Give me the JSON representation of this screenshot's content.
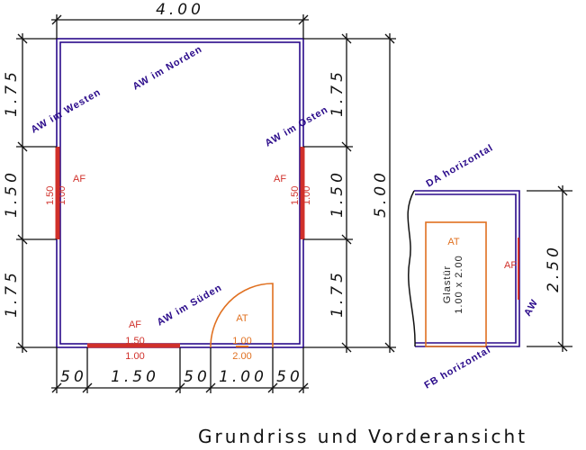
{
  "title": "Grundriss und Vorderansicht",
  "colors": {
    "wall": "#2a0a8a",
    "window": "#d0302a",
    "door": "#e07020",
    "line": "#111111"
  },
  "floor_plan": {
    "dim_top": "4.00",
    "dim_left": [
      "1.75",
      "1.50",
      "1.75"
    ],
    "dim_right": [
      "1.75",
      "1.50",
      "1.75"
    ],
    "dim_total": "5.00",
    "dim_bottom": [
      "50",
      "1.50",
      "50",
      "1.00",
      "50"
    ],
    "wall_labels": {
      "north": "AW im Norden",
      "west": "AW im Westen",
      "east": "AW im Osten",
      "south": "AW im Süden"
    },
    "window_west": {
      "label": "AF",
      "width": "1.50",
      "height": "1.00"
    },
    "window_east": {
      "label": "AF",
      "width": "1.50",
      "height": "1.00"
    },
    "window_south": {
      "label": "AF",
      "width": "1.50",
      "height": "1.00"
    },
    "door": {
      "label": "AT",
      "width": "1.00",
      "height": "2.00"
    }
  },
  "elevation": {
    "roof_label": "DA horizontal",
    "floor_label": "FB horizontal",
    "wall_label": "AW",
    "window_label": "AF",
    "door_label": "AT",
    "door_text_1": "Glastür",
    "door_text_2": "1.00 x 2.00",
    "dim_height": "2.50"
  }
}
